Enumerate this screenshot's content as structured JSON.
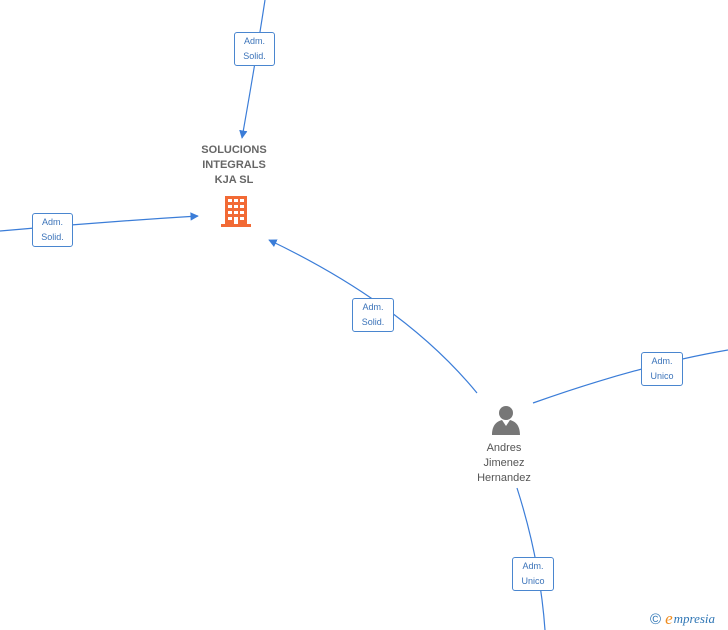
{
  "nodes": {
    "company": {
      "name_lines": [
        "SOLUCIONS",
        "INTEGRALS",
        "KJA  SL"
      ],
      "icon": "building-icon",
      "icon_color": "#f26a35"
    },
    "person": {
      "name_lines": [
        "Andres",
        "Jimenez",
        "Hernandez"
      ],
      "icon": "person-icon",
      "icon_color": "#777777"
    }
  },
  "edge_labels": [
    {
      "lines": [
        "Adm.",
        "Solid."
      ]
    },
    {
      "lines": [
        "Adm.",
        "Solid."
      ]
    },
    {
      "lines": [
        "Adm.",
        "Solid."
      ]
    },
    {
      "lines": [
        "Adm.",
        "Unico"
      ]
    },
    {
      "lines": [
        "Adm.",
        "Unico"
      ]
    }
  ],
  "colors": {
    "edge": "#3b7dd8",
    "label_border": "#4a86cf",
    "label_text": "#3b73b9"
  },
  "brand": {
    "copyright_symbol": "©",
    "logo_initial": "e",
    "logo_rest": "mpresia"
  }
}
